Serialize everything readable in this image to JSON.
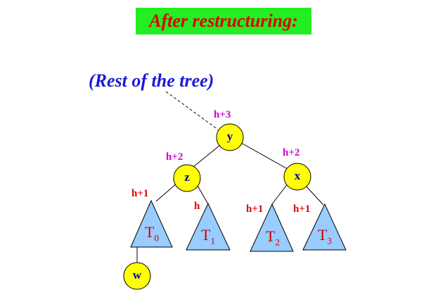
{
  "title": "After restructuring:",
  "rest_of_tree": "(Rest of the tree)",
  "colors": {
    "title_background": "#22ee22",
    "title_text": "#dd0000",
    "rest_text": "#1a1ad6",
    "node_fill": "#ffff00",
    "subtree_fill": "#99ccff",
    "height_label_magenta": "#cc00cc",
    "height_label_red": "#dd0000",
    "node_text": "#0000aa",
    "subtree_text": "#cc0000"
  },
  "nodes": {
    "y": {
      "label": "y",
      "height": "h+3"
    },
    "z": {
      "label": "z",
      "height": "h+2"
    },
    "x": {
      "label": "x",
      "height": "h+2"
    },
    "w": {
      "label": "w"
    }
  },
  "subtrees": {
    "t0": {
      "name": "T",
      "sub": "0",
      "height": "h+1"
    },
    "t1": {
      "name": "T",
      "sub": "1",
      "height": "h"
    },
    "t2": {
      "name": "T",
      "sub": "2",
      "height": "h+1"
    },
    "t3": {
      "name": "T",
      "sub": "3",
      "height": "h+1"
    }
  }
}
